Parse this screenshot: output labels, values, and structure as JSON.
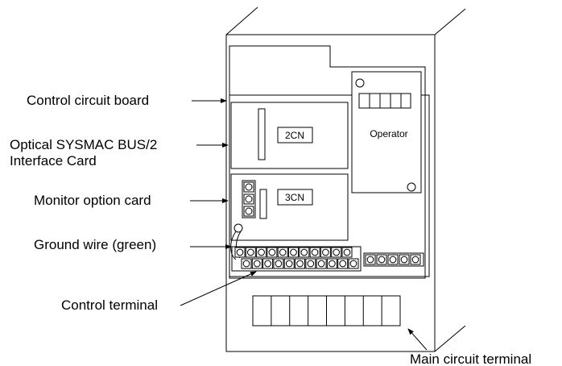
{
  "labels": {
    "control_board": "Control circuit board",
    "optical_line1": "Optical SYSMAC BUS/2",
    "optical_line2": "Interface Card",
    "monitor_card": "Monitor option card",
    "ground_wire": "Ground wire (green)",
    "control_terminal": "Control terminal",
    "main_terminal": "Main circuit terminal"
  },
  "components": {
    "connector_2cn": "2CN",
    "connector_3cn": "3CN",
    "operator": "Operator"
  }
}
